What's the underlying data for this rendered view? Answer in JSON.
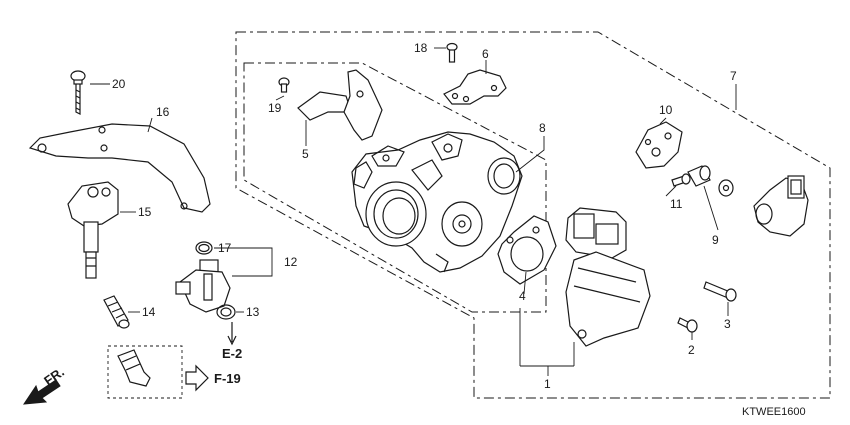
{
  "callouts": {
    "n1": "1",
    "n2": "2",
    "n3": "3",
    "n4": "4",
    "n5": "5",
    "n6": "6",
    "n7": "7",
    "n8": "8",
    "n9": "9",
    "n10": "10",
    "n11": "11",
    "n12": "12",
    "n13": "13",
    "n14": "14",
    "n15": "15",
    "n16": "16",
    "n17": "17",
    "n18": "18",
    "n19": "19",
    "n20": "20"
  },
  "refs": {
    "e2": "E-2",
    "f19": "F-19",
    "front": "FR."
  },
  "diagram_code": "KTWEE1600"
}
